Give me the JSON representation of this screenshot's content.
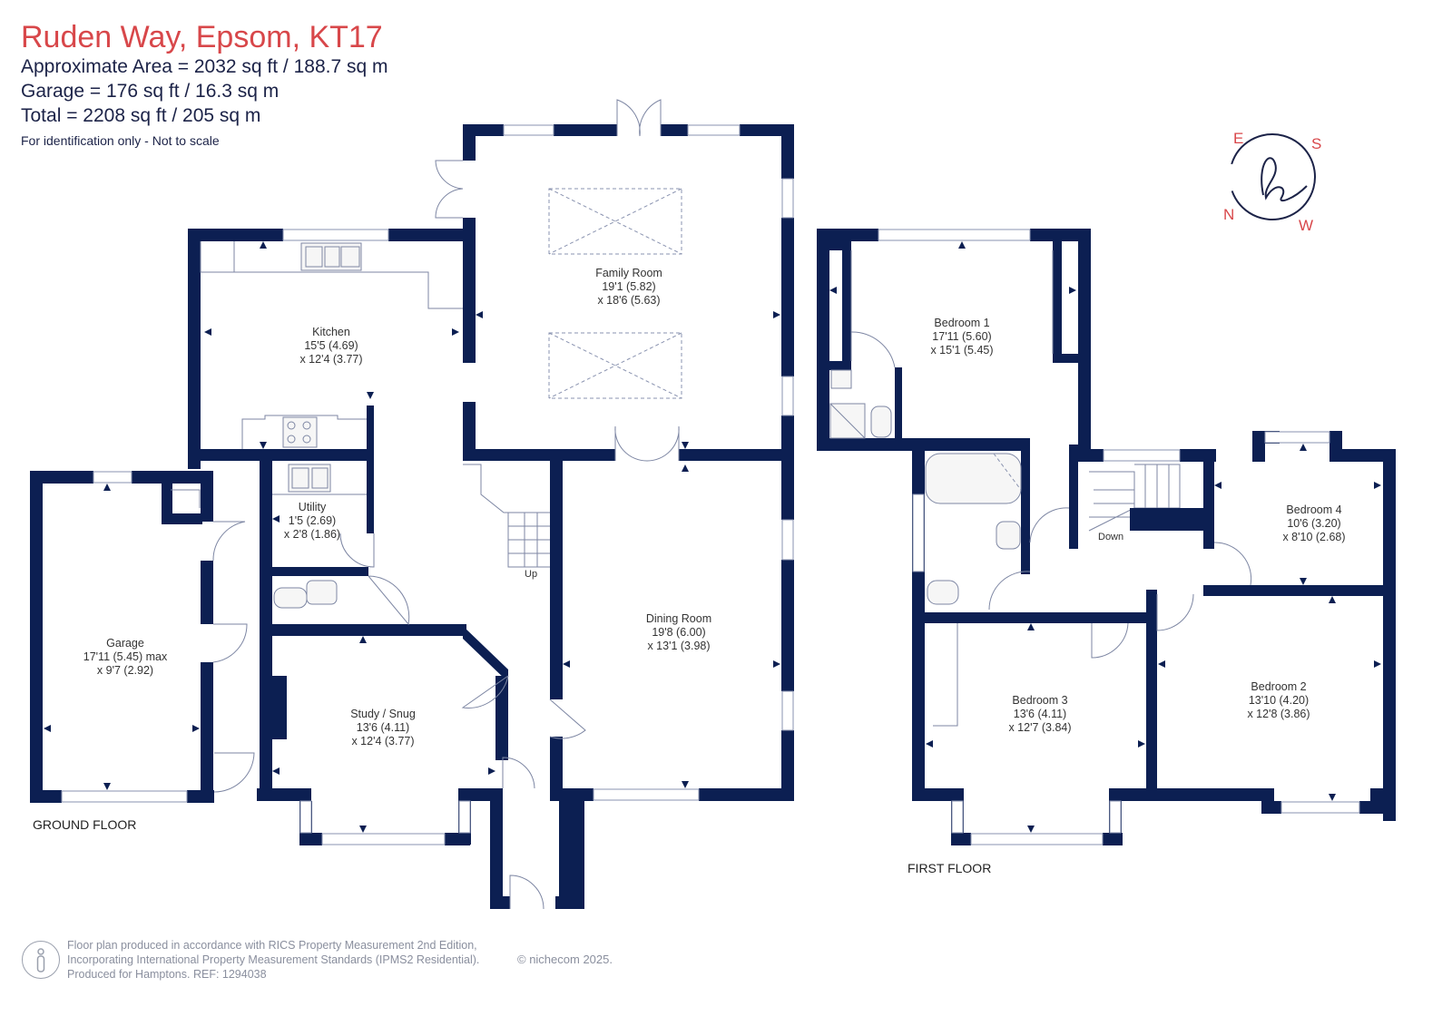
{
  "header": {
    "title": "Ruden Way, Epsom, KT17",
    "area_line": "Approximate Area = 2032 sq ft / 188.7 sq m",
    "garage_line": "Garage = 176 sq ft / 16.3 sq m",
    "total_line": "Total = 2208 sq ft / 205 sq m",
    "note": "For identification only - Not to scale"
  },
  "compass": {
    "e": "E",
    "s": "S",
    "n": "N",
    "w": "W"
  },
  "floors": {
    "ground": "GROUND FLOOR",
    "first": "FIRST FLOOR"
  },
  "rooms": {
    "family": {
      "name": "Family Room",
      "dim1": "19'1 (5.82)",
      "dim2": "x 18'6 (5.63)"
    },
    "kitchen": {
      "name": "Kitchen",
      "dim1": "15'5 (4.69)",
      "dim2": "x 12'4 (3.77)"
    },
    "utility": {
      "name": "Utility",
      "dim1": "1'5 (2.69)",
      "dim2": "x 2'8 (1.86)"
    },
    "garage": {
      "name": "Garage",
      "dim1": "17'11 (5.45) max",
      "dim2": "x 9'7 (2.92)"
    },
    "dining": {
      "name": "Dining Room",
      "dim1": "19'8 (6.00)",
      "dim2": "x 13'1 (3.98)"
    },
    "study": {
      "name": "Study / Snug",
      "dim1": "13'6 (4.11)",
      "dim2": "x 12'4 (3.77)"
    },
    "bed1": {
      "name": "Bedroom 1",
      "dim1": "17'11 (5.60)",
      "dim2": "x 15'1 (5.45)"
    },
    "bed2": {
      "name": "Bedroom 2",
      "dim1": "13'10 (4.20)",
      "dim2": "x 12'8 (3.86)"
    },
    "bed3": {
      "name": "Bedroom 3",
      "dim1": "13'6 (4.11)",
      "dim2": "x 12'7 (3.84)"
    },
    "bed4": {
      "name": "Bedroom 4",
      "dim1": "10'6 (3.20)",
      "dim2": "x 8'10 (2.68)"
    }
  },
  "stairs": {
    "up": "Up",
    "down": "Down"
  },
  "footer": {
    "line1": "Floor plan produced in accordance with RICS Property Measurement 2nd Edition,",
    "line2": "Incorporating International Property Measurement Standards (IPMS2 Residential).",
    "line3": "Produced for Hamptons.   REF: 1294038",
    "copyright": "© nichecom 2025."
  },
  "colors": {
    "wall": "#0c1f52",
    "title": "#d8474a"
  }
}
